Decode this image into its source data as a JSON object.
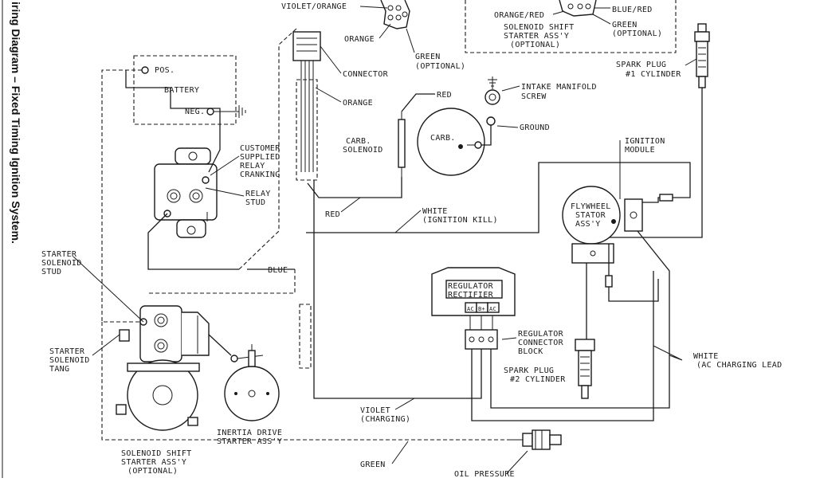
{
  "side_title": "iring Diagram – Fixed Timing Ignition System.",
  "labels": {
    "violet_orange": "VIOLET/ORANGE",
    "orange_top": "ORANGE",
    "green_optional_1": "GREEN",
    "green_optional_2": "(OPTIONAL)",
    "connector": "CONNECTOR",
    "orange_mid": "ORANGE",
    "orange_red": "ORANGE/RED",
    "blue_red": "BLUE/RED",
    "green_opt_r1": "GREEN",
    "green_opt_r2": "(OPTIONAL)",
    "solenoid_shift_r1": "SOLENOID SHIFT",
    "solenoid_shift_r2": "STARTER ASS'Y",
    "solenoid_shift_r3": "(OPTIONAL)",
    "spark_plug1_a": "SPARK PLUG",
    "spark_plug1_b": "#1 CYLINDER",
    "pos": "POS.",
    "battery": "BATTERY",
    "neg": "NEG.",
    "customer_1": "CUSTOMER",
    "customer_2": "SUPPLIED",
    "customer_3": "RELAY",
    "customer_4": "CRANKING",
    "relay_stud_1": "RELAY",
    "relay_stud_2": "STUD",
    "red_top": "RED",
    "intake_1": "INTAKE MANIFOLD",
    "intake_2": "SCREW",
    "carb_sol_1": "CARB.",
    "carb_sol_2": "SOLENOID",
    "carb": "CARB.",
    "ground": "GROUND",
    "ignition_mod_1": "IGNITION",
    "ignition_mod_2": "MODULE",
    "red_low": "RED",
    "white_kill_1": "WHITE",
    "white_kill_2": "(IGNITION KILL)",
    "flywheel_1": "FLYWHEEL",
    "flywheel_2": "STATOR",
    "flywheel_3": "ASS'Y",
    "starter_sol_stud_1": "STARTER",
    "starter_sol_stud_2": "SOLENOID",
    "starter_sol_stud_3": "STUD",
    "blue": "BLUE",
    "reg_rect_1": "REGULATOR",
    "reg_rect_2": "RECTIFIER",
    "pin_ac1": "AC",
    "pin_b": "B+",
    "pin_ac2": "AC",
    "reg_conn_1": "REGULATOR",
    "reg_conn_2": "CONNECTOR",
    "reg_conn_3": "BLOCK",
    "starter_tang_1": "STARTER",
    "starter_tang_2": "SOLENOID",
    "starter_tang_3": "TANG",
    "white_ac_1": "WHITE",
    "white_ac_2": "(AC CHARGING LEAD",
    "spark_plug2_a": "SPARK PLUG",
    "spark_plug2_b": "#2 CYLINDER",
    "violet_1": "VIOLET",
    "violet_2": "(CHARGING)",
    "inertia_1": "INERTIA DRIVE",
    "inertia_2": "STARTER ASS'Y",
    "sol_shift_b1": "SOLENOID SHIFT",
    "sol_shift_b2": "STARTER ASS'Y",
    "sol_shift_b3": "(OPTIONAL)",
    "green_bottom": "GREEN",
    "oil_pressure": "OIL PRESSURE"
  }
}
